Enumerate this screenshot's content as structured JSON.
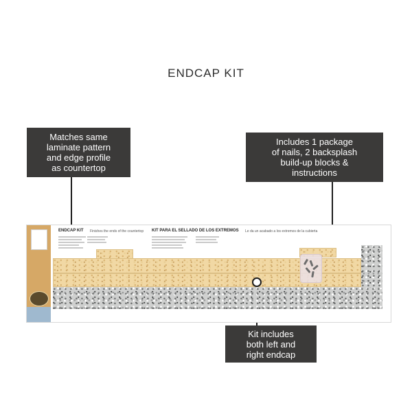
{
  "title": "ENDCAP KIT",
  "callouts": {
    "pattern": "Matches same\nlaminate pattern\nand edge profile\nas countertop",
    "includes": "Includes 1 package\nof nails, 2 backsplash\nbuild-up blocks &\ninstructions",
    "endcaps": "Kit includes\nboth left and\nright endcap"
  },
  "package": {
    "heading_en": "ENDCAP KIT",
    "sub_en": "Finishes the ends of the countertop",
    "heading_es": "KIT PARA EL SELLADO DE LOS EXTREMOS",
    "sub_es": "Le da un acabado a los extremos de la cubierta"
  },
  "colors": {
    "callout_bg": "#3b3a39",
    "laminate": "#f1d8a4",
    "granite": "#cfd0cf",
    "package_tab": "#d6a866"
  }
}
